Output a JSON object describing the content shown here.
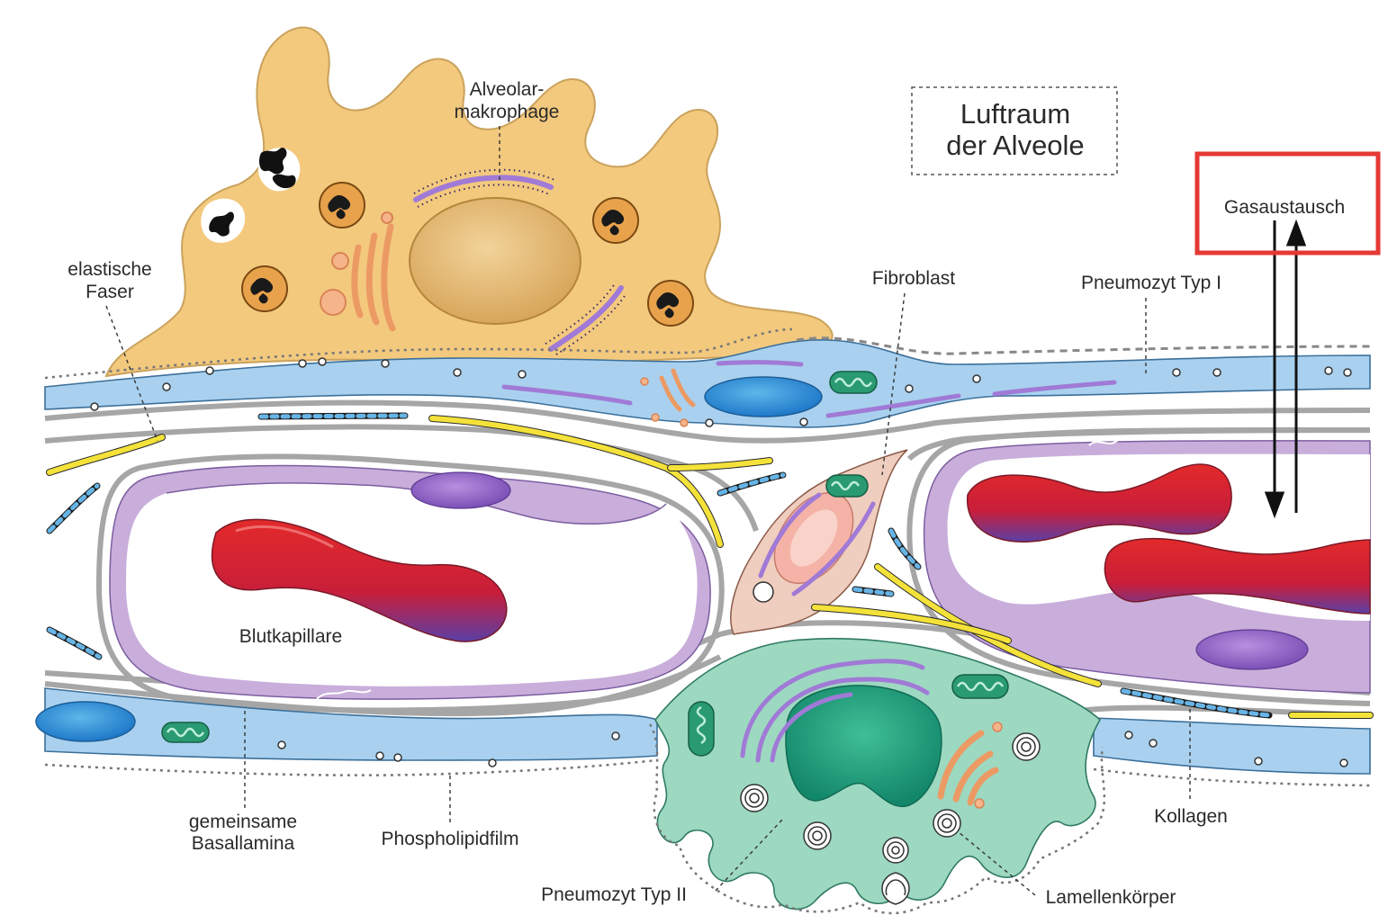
{
  "labels": {
    "alveolar_macrophage_line1": "Alveolar-",
    "alveolar_macrophage_line2": "makrophage",
    "airspace_line1": "Luftraum",
    "airspace_line2": "der Alveole",
    "gas_exchange": "Gasaustausch",
    "elastic_fiber_line1": "elastische",
    "elastic_fiber_line2": "Faser",
    "fibroblast": "Fibroblast",
    "pneumocyte_type1": "Pneumozyt Typ I",
    "blood_capillary": "Blutkapillare",
    "common_basal_lamina_line1": "gemeinsame",
    "common_basal_lamina_line2": "Basallamina",
    "phospholipid_film": "Phospholipidfilm",
    "pneumocyte_type2": "Pneumozyt Typ II",
    "lamellar_body": "Lamellenkörper",
    "collagen": "Kollagen"
  },
  "colors": {
    "macrophage": "#f3c97e",
    "pneumocyte1": "#a9d1ef",
    "capillary_wall": "#c9aedb",
    "basal_lamina": "#a6a6a6",
    "fibroblast": "#efcdbf",
    "pneumocyte2": "#9dd8c1",
    "erythrocyte": "#d8232a",
    "elastic_fiber": "#f4e23a",
    "highlight_box": "#e53935"
  }
}
